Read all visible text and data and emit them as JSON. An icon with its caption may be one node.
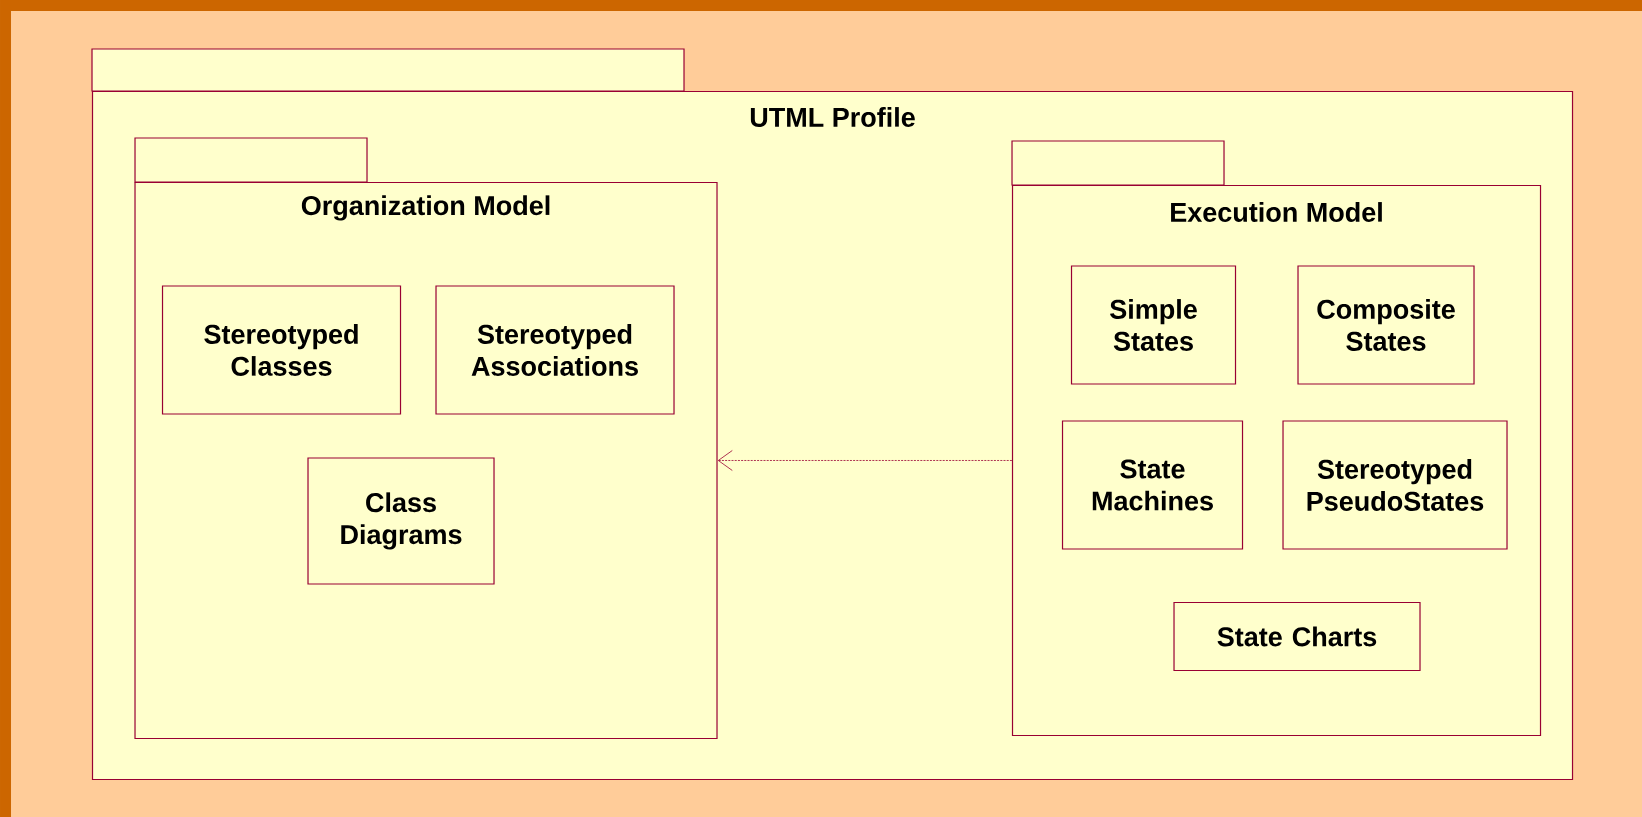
{
  "diagram": {
    "nodes": [
      {
        "text": [
          "UTML Profile"
        ]
      },
      {
        "text": [
          "Organization Model"
        ],
        "in": 0
      },
      {
        "text": [
          "Stereotyped Classes"
        ],
        "in": 1
      },
      {
        "text": [
          "Stereotyped Associations"
        ],
        "in": 1
      },
      {
        "text": [
          "Class Diagrams"
        ],
        "in": 1
      },
      {
        "text": [
          "Execution Model"
        ],
        "in": 0
      },
      {
        "text": [
          "Simple States"
        ],
        "in": 5
      },
      {
        "text": [
          "Composite States"
        ],
        "in": 5
      },
      {
        "text": [
          "State Machines"
        ],
        "in": 5
      },
      {
        "text": [
          "Stereotyped PseudoStates"
        ],
        "in": 5
      },
      {
        "text": [
          "State Charts"
        ],
        "in": 5
      }
    ],
    "edges": [
      {
        "from": 5,
        "to": 1,
        "arrow": "to",
        "style": "dashed"
      }
    ]
  }
}
